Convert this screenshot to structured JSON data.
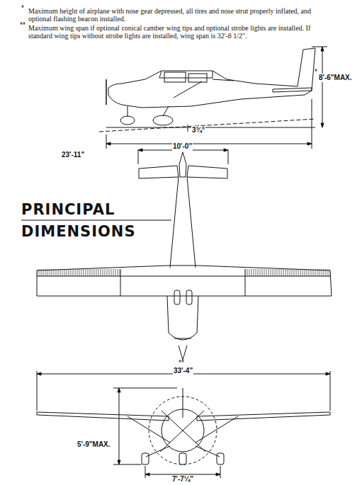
{
  "diagram": {
    "title": "PRINCIPAL DIMENSIONS",
    "labels": [
      "*",
      "Maximum height of airplane with nose gear depressed, all tires and nose strut properly inflated, and optional flashing beacon installed.",
      "**",
      "Maximum wing span if optional conical camber wing tips and optional strobe lights are installed. If standard wing tips without strobe lights are installed, wing span is 32'-8 1/2\".",
      "*",
      "8'-6\"MAX.",
      "3¾°",
      "23'-11\"",
      "10'-0\"",
      "**",
      "33'-4\"",
      "5'-9\"MAX.",
      "7'-7¼\""
    ]
  }
}
